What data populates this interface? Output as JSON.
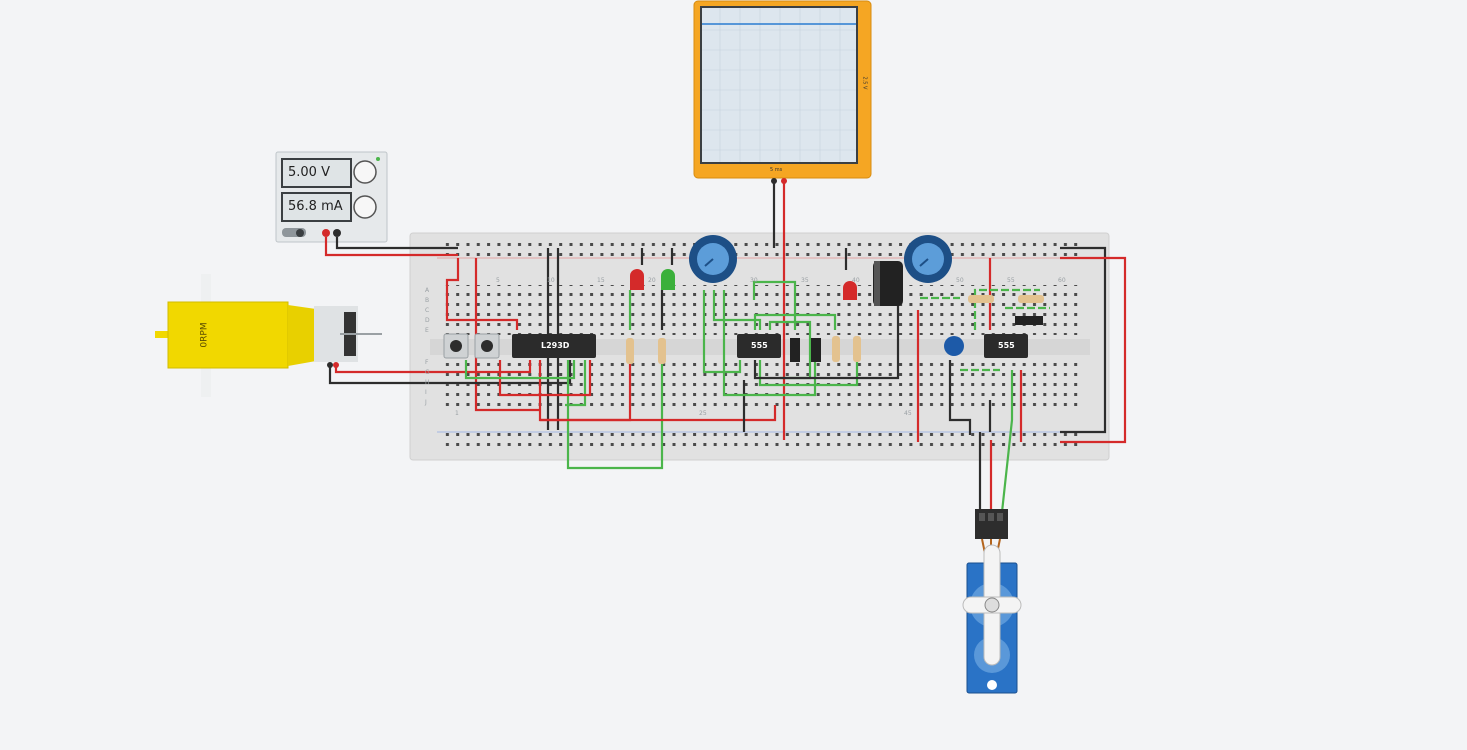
{
  "power_supply": {
    "voltage": "5.00 V",
    "current": "56.8 mA"
  },
  "chips": {
    "driver": "L293D",
    "timer1": "555",
    "timer2": "555"
  },
  "motor": {
    "speed_label": "0RPM"
  },
  "oscilloscope": {
    "time_label": "5 ms",
    "volt_label": "2.5 V"
  },
  "breadboard": {
    "row_letters": [
      "A",
      "B",
      "C",
      "D",
      "E",
      "F",
      "G",
      "H",
      "I",
      "J"
    ],
    "column_numbers": [
      "1",
      "5",
      "10",
      "15",
      "20",
      "25",
      "30",
      "35",
      "40",
      "45",
      "50",
      "55",
      "60"
    ]
  },
  "colors": {
    "wire_red": "#d42a2a",
    "wire_black": "#2d2d2d",
    "wire_green": "#4bb54b",
    "motor_yellow": "#f1d800",
    "servo_blue": "#2a73c6",
    "scope_orange": "#f5a623"
  }
}
